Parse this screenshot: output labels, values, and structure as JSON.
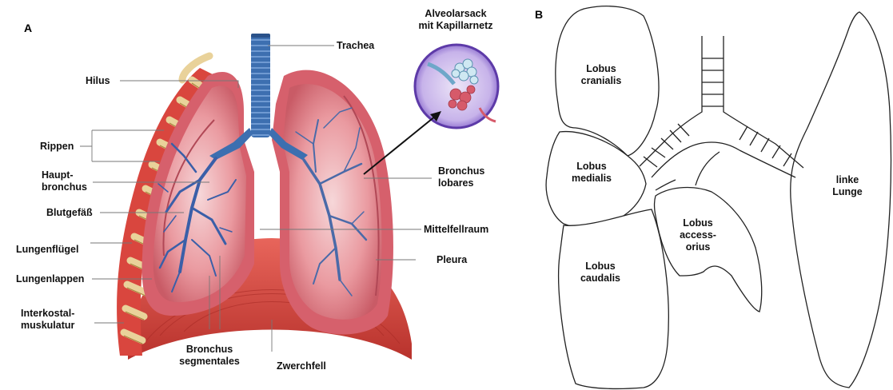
{
  "panel_a": {
    "letter": "A",
    "labels": {
      "trachea": "Trachea",
      "alveolar_line1": "Alveolarsack",
      "alveolar_line2": "mit Kapillarnetz",
      "hilus": "Hilus",
      "rippen": "Rippen",
      "haupt_line1": "Haupt-",
      "haupt_line2": "bronchus",
      "blutgefaess": "Blutgefäß",
      "lungenfluegel": "Lungenflügel",
      "lungenlappen": "Lungenlappen",
      "interkostal_line1": "Interkostal-",
      "interkostal_line2": "muskulatur",
      "bronchus_lobares_line1": "Bronchus",
      "bronchus_lobares_line2": "lobares",
      "mittelfellraum": "Mittelfellraum",
      "pleura": "Pleura",
      "bronchus_seg_line1": "Bronchus",
      "bronchus_seg_line2": "segmentales",
      "zwerchfell": "Zwerchfell"
    }
  },
  "panel_b": {
    "letter": "B",
    "labels": {
      "cranialis_line1": "Lobus",
      "cranialis_line2": "cranialis",
      "medialis_line1": "Lobus",
      "medialis_line2": "medialis",
      "caudalis_line1": "Lobus",
      "caudalis_line2": "caudalis",
      "accessorius_line1": "Lobus",
      "accessorius_line2": "access-",
      "accessorius_line3": "orius",
      "linke_line1": "linke",
      "linke_line2": "Lunge"
    }
  },
  "colors": {
    "lung_tissue": "#e6898f",
    "lung_light": "#f4c3c6",
    "muscle": "#d9463e",
    "rib": "#e7cf96",
    "trachea": "#3d6fb0",
    "vessel": "#3a5fa8",
    "inset_bg": "#a98bd8",
    "outline": "#222222"
  }
}
